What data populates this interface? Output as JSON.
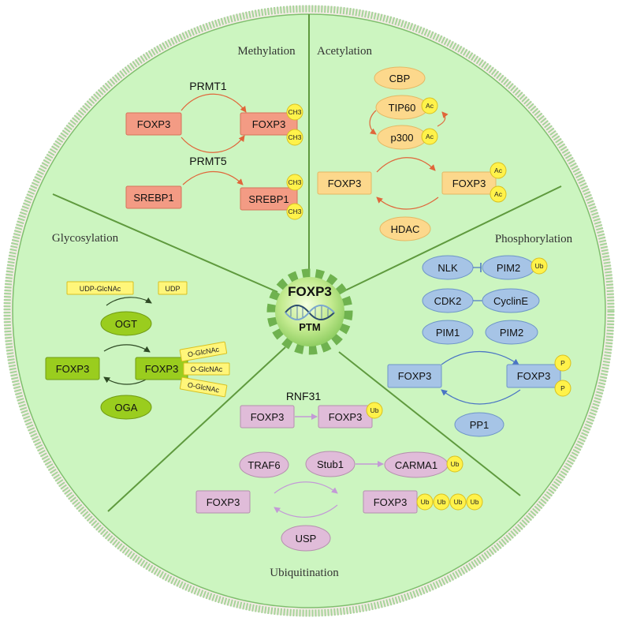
{
  "center": {
    "title": "FOXP3",
    "subtitle": "PTM"
  },
  "sections": {
    "methylation": "Methylation",
    "acetylation": "Acetylation",
    "phosphorylation": "Phosphorylation",
    "ubiquitination": "Ubiquitination",
    "glycosylation": "Glycosylation"
  },
  "methylation": {
    "enzyme1": "PRMT1",
    "enzyme2": "PRMT5",
    "foxp3": "FOXP3",
    "foxp3_mod": "FOXP3",
    "srebp1": "SREBP1",
    "srebp1_mod": "SREBP1",
    "mark": "CH3"
  },
  "acetylation": {
    "cbp": "CBP",
    "tip60": "TIP60",
    "p300": "p300",
    "foxp3": "FOXP3",
    "foxp3_mod": "FOXP3",
    "hdac": "HDAC",
    "mark": "Ac"
  },
  "phosphorylation": {
    "nlk": "NLK",
    "pim2_ub": "PIM2",
    "cdk2": "CDK2",
    "cycline": "CyclinE",
    "pim1": "PIM1",
    "pim2": "PIM2",
    "foxp3": "FOXP3",
    "foxp3_mod": "FOXP3",
    "pp1": "PP1",
    "mark": "P",
    "ub": "Ub"
  },
  "ubiquitination": {
    "rnf31": "RNF31",
    "foxp3_a": "FOXP3",
    "foxp3_a_mod": "FOXP3",
    "traf6": "TRAF6",
    "stub1": "Stub1",
    "carma1": "CARMA1",
    "foxp3_b": "FOXP3",
    "foxp3_b_mod": "FOXP3",
    "usp": "USP",
    "ub": "Ub"
  },
  "glycosylation": {
    "udp_glcnac": "UDP-GlcNAc",
    "udp": "UDP",
    "ogt": "OGT",
    "foxp3": "FOXP3",
    "foxp3_mod": "FOXP3",
    "oga": "OGA",
    "mark": "O-GlcNAc"
  },
  "colors": {
    "background": "#ccf5c0",
    "rim": "#a6d49a",
    "methylation": "#f39b84",
    "acetylation": "#fcd88c",
    "phosphorylation": "#a6c4e6",
    "ubiquitination": "#e0bcd9",
    "glycosylation": "#9acd1e",
    "badge": "#fff24a"
  }
}
